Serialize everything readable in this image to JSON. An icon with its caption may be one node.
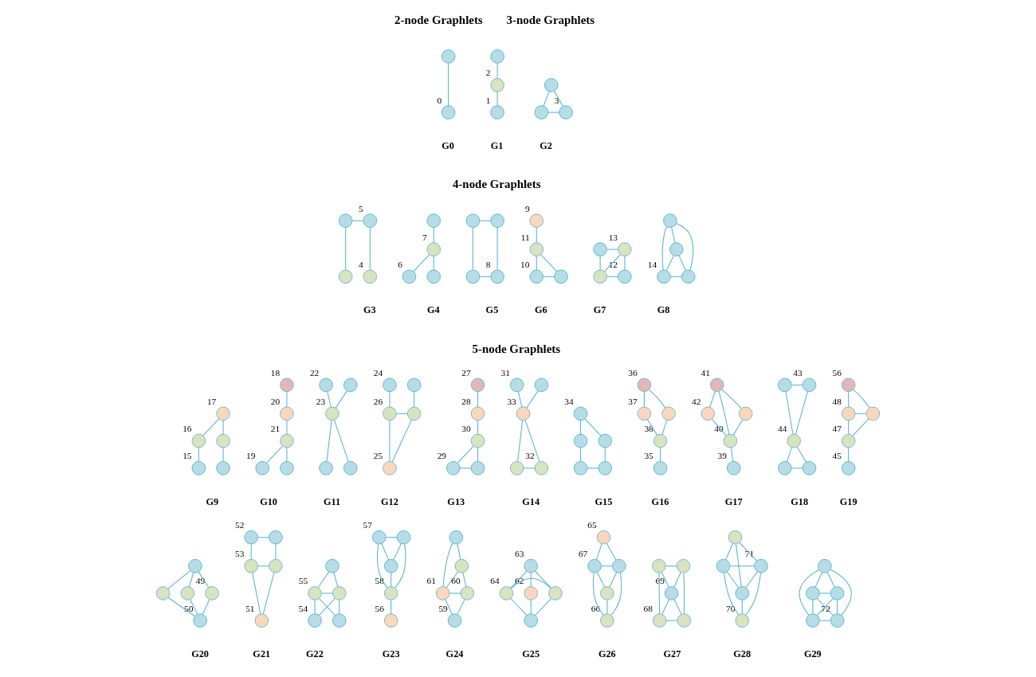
{
  "diagram": {
    "nodes": [
      {
        "text": [],
        "shape": "circle"
      },
      {
        "text": [],
        "shape": "circle",
        "beside": [
          "0"
        ]
      },
      {
        "text": [],
        "shape": "circle"
      },
      {
        "text": [],
        "shape": "circle",
        "beside": [
          "2"
        ]
      },
      {
        "text": [],
        "shape": "circle",
        "beside": [
          "1"
        ]
      },
      {
        "text": [],
        "shape": "circle"
      },
      {
        "text": [],
        "shape": "circle"
      },
      {
        "text": [],
        "shape": "circle",
        "beside": [
          "3"
        ]
      },
      {
        "text": [],
        "shape": "circle",
        "beside": [
          "5"
        ]
      },
      {
        "text": [],
        "shape": "circle"
      },
      {
        "text": [],
        "shape": "circle",
        "beside": [
          "4"
        ]
      },
      {
        "text": [],
        "shape": "circle"
      },
      {
        "text": [],
        "shape": "circle"
      },
      {
        "text": [],
        "shape": "circle",
        "beside": [
          "7"
        ]
      },
      {
        "text": [],
        "shape": "circle",
        "beside": [
          "6"
        ]
      },
      {
        "text": [],
        "shape": "circle"
      },
      {
        "text": [],
        "shape": "circle"
      },
      {
        "text": [],
        "shape": "circle"
      },
      {
        "text": [],
        "shape": "circle",
        "beside": [
          "8"
        ]
      },
      {
        "text": [],
        "shape": "circle"
      },
      {
        "text": [],
        "shape": "circle",
        "beside": [
          "9"
        ]
      },
      {
        "text": [],
        "shape": "circle",
        "beside": [
          "11"
        ]
      },
      {
        "text": [],
        "shape": "circle",
        "beside": [
          "10"
        ]
      },
      {
        "text": [],
        "shape": "circle"
      },
      {
        "text": [],
        "shape": "circle",
        "beside": [
          "13"
        ]
      },
      {
        "text": [],
        "shape": "circle"
      },
      {
        "text": [],
        "shape": "circle",
        "beside": [
          "12"
        ]
      },
      {
        "text": [],
        "shape": "circle"
      },
      {
        "text": [],
        "shape": "circle"
      },
      {
        "text": [],
        "shape": "circle"
      },
      {
        "text": [],
        "shape": "circle"
      },
      {
        "text": [],
        "shape": "circle",
        "beside": [
          "14"
        ]
      },
      {
        "text": [],
        "shape": "circle",
        "beside": [
          "17"
        ]
      },
      {
        "text": [],
        "shape": "circle",
        "beside": [
          "16"
        ]
      },
      {
        "text": [],
        "shape": "circle"
      },
      {
        "text": [],
        "shape": "circle",
        "beside": [
          "15"
        ]
      },
      {
        "text": [],
        "shape": "circle"
      },
      {
        "text": [],
        "shape": "circle",
        "beside": [
          "18"
        ]
      },
      {
        "text": [],
        "shape": "circle",
        "beside": [
          "20"
        ]
      },
      {
        "text": [],
        "shape": "circle",
        "beside": [
          "21"
        ]
      },
      {
        "text": [],
        "shape": "circle",
        "beside": [
          "19"
        ]
      },
      {
        "text": [],
        "shape": "circle"
      },
      {
        "text": [],
        "shape": "circle",
        "beside": [
          "22"
        ]
      },
      {
        "text": [],
        "shape": "circle"
      },
      {
        "text": [],
        "shape": "circle",
        "beside": [
          "23"
        ]
      },
      {
        "text": [],
        "shape": "circle"
      },
      {
        "text": [],
        "shape": "circle"
      },
      {
        "text": [],
        "shape": "circle"
      },
      {
        "text": [],
        "shape": "circle",
        "beside": [
          "24"
        ]
      },
      {
        "text": [],
        "shape": "circle"
      },
      {
        "text": [],
        "shape": "circle",
        "beside": [
          "26"
        ]
      },
      {
        "text": [],
        "shape": "circle",
        "beside": [
          "25"
        ]
      },
      {
        "text": [],
        "shape": "circle",
        "beside": [
          "27"
        ]
      },
      {
        "text": [],
        "shape": "circle",
        "beside": [
          "28"
        ]
      },
      {
        "text": [],
        "shape": "circle",
        "beside": [
          "30"
        ]
      },
      {
        "text": [],
        "shape": "circle",
        "beside": [
          "29"
        ]
      },
      {
        "text": [],
        "shape": "circle"
      },
      {
        "text": [],
        "shape": "circle",
        "beside": [
          "31"
        ]
      },
      {
        "text": [],
        "shape": "circle"
      },
      {
        "text": [],
        "shape": "circle",
        "beside": [
          "33"
        ]
      },
      {
        "text": [],
        "shape": "circle"
      },
      {
        "text": [],
        "shape": "circle",
        "beside": [
          "32"
        ]
      },
      {
        "text": [],
        "shape": "circle",
        "beside": [
          "34"
        ]
      },
      {
        "text": [],
        "shape": "circle"
      },
      {
        "text": [],
        "shape": "circle"
      },
      {
        "text": [],
        "shape": "circle"
      },
      {
        "text": [],
        "shape": "circle"
      },
      {
        "text": [],
        "shape": "circle",
        "beside": [
          "36"
        ]
      },
      {
        "text": [],
        "shape": "circle"
      },
      {
        "text": [],
        "shape": "circle",
        "beside": [
          "37"
        ]
      },
      {
        "text": [],
        "shape": "circle",
        "beside": [
          "38"
        ]
      },
      {
        "text": [],
        "shape": "circle",
        "beside": [
          "35"
        ]
      },
      {
        "text": [],
        "shape": "circle",
        "beside": [
          "41"
        ]
      },
      {
        "text": [],
        "shape": "circle"
      },
      {
        "text": [],
        "shape": "circle",
        "beside": [
          "42"
        ]
      },
      {
        "text": [],
        "shape": "circle",
        "beside": [
          "40"
        ]
      },
      {
        "text": [],
        "shape": "circle",
        "beside": [
          "39"
        ]
      },
      {
        "text": [],
        "shape": "circle",
        "beside": [
          "43"
        ]
      },
      {
        "text": [],
        "shape": "circle"
      },
      {
        "text": [],
        "shape": "circle",
        "beside": [
          "44"
        ]
      },
      {
        "text": [],
        "shape": "circle"
      },
      {
        "text": [],
        "shape": "circle"
      },
      {
        "text": [],
        "shape": "circle",
        "beside": [
          "56"
        ]
      },
      {
        "text": [],
        "shape": "circle"
      },
      {
        "text": [],
        "shape": "circle",
        "beside": [
          "48"
        ]
      },
      {
        "text": [],
        "shape": "circle",
        "beside": [
          "47"
        ]
      },
      {
        "text": [],
        "shape": "circle",
        "beside": [
          "45"
        ]
      },
      {
        "text": [],
        "shape": "circle"
      },
      {
        "text": [],
        "shape": "circle",
        "beside": [
          "49"
        ]
      },
      {
        "text": [],
        "shape": "circle"
      },
      {
        "text": [],
        "shape": "circle"
      },
      {
        "text": [],
        "shape": "circle",
        "beside": [
          "50"
        ]
      },
      {
        "text": [],
        "shape": "circle",
        "beside": [
          "52"
        ]
      },
      {
        "text": [],
        "shape": "circle"
      },
      {
        "text": [],
        "shape": "circle",
        "beside": [
          "53"
        ]
      },
      {
        "text": [],
        "shape": "circle"
      },
      {
        "text": [],
        "shape": "circle",
        "beside": [
          "51"
        ]
      },
      {
        "text": [],
        "shape": "circle"
      },
      {
        "text": [],
        "shape": "circle",
        "beside": [
          "55"
        ]
      },
      {
        "text": [],
        "shape": "circle"
      },
      {
        "text": [],
        "shape": "circle"
      },
      {
        "text": [],
        "shape": "circle",
        "beside": [
          "54"
        ]
      },
      {
        "text": [],
        "shape": "circle",
        "beside": [
          "57"
        ]
      },
      {
        "text": [],
        "shape": "circle"
      },
      {
        "text": [],
        "shape": "circle"
      },
      {
        "text": [],
        "shape": "circle",
        "beside": [
          "58"
        ]
      },
      {
        "text": [],
        "shape": "circle",
        "beside": [
          "56"
        ]
      },
      {
        "text": [],
        "shape": "circle"
      },
      {
        "text": [],
        "shape": "circle"
      },
      {
        "text": [],
        "shape": "circle",
        "beside": [
          "61"
        ]
      },
      {
        "text": [],
        "shape": "circle",
        "beside": [
          "60"
        ]
      },
      {
        "text": [],
        "shape": "circle",
        "beside": [
          "59"
        ]
      },
      {
        "text": [],
        "shape": "circle",
        "beside": [
          "63"
        ]
      },
      {
        "text": [],
        "shape": "circle"
      },
      {
        "text": [],
        "shape": "circle",
        "beside": [
          "64"
        ]
      },
      {
        "text": [],
        "shape": "circle",
        "beside": [
          "62"
        ]
      },
      {
        "text": [],
        "shape": "circle"
      },
      {
        "text": [],
        "shape": "circle",
        "beside": [
          "65"
        ]
      },
      {
        "text": [],
        "shape": "circle",
        "beside": [
          "67"
        ]
      },
      {
        "text": [],
        "shape": "circle"
      },
      {
        "text": [],
        "shape": "circle"
      },
      {
        "text": [],
        "shape": "circle",
        "beside": [
          "66"
        ]
      },
      {
        "text": [],
        "shape": "circle"
      },
      {
        "text": [],
        "shape": "circle"
      },
      {
        "text": [],
        "shape": "circle",
        "beside": [
          "69"
        ]
      },
      {
        "text": [],
        "shape": "circle",
        "beside": [
          "68"
        ]
      },
      {
        "text": [],
        "shape": "circle"
      },
      {
        "text": [],
        "shape": "circle"
      },
      {
        "text": [],
        "shape": "circle"
      },
      {
        "text": [],
        "shape": "circle",
        "beside": [
          "71"
        ]
      },
      {
        "text": [],
        "shape": "circle"
      },
      {
        "text": [],
        "shape": "circle",
        "beside": [
          "70"
        ]
      },
      {
        "text": [],
        "shape": "circle"
      },
      {
        "text": [],
        "shape": "circle"
      },
      {
        "text": [],
        "shape": "circle"
      },
      {
        "text": [],
        "shape": "circle"
      },
      {
        "text": [],
        "shape": "circle",
        "beside": [
          "72"
        ]
      }
    ],
    "edges": [
      {
        "from": 0,
        "to": 1,
        "arrow": "none"
      },
      {
        "from": 2,
        "to": 3,
        "arrow": "none"
      },
      {
        "from": 3,
        "to": 4,
        "arrow": "none"
      },
      {
        "from": 5,
        "to": 6,
        "arrow": "none"
      },
      {
        "from": 5,
        "to": 7,
        "arrow": "none"
      },
      {
        "from": 6,
        "to": 7,
        "arrow": "none"
      },
      {
        "from": 8,
        "to": 9,
        "arrow": "none"
      },
      {
        "from": 8,
        "to": 10,
        "arrow": "none"
      },
      {
        "from": 9,
        "to": 11,
        "arrow": "none"
      },
      {
        "from": 12,
        "to": 13,
        "arrow": "none"
      },
      {
        "from": 13,
        "to": 14,
        "arrow": "none"
      },
      {
        "from": 13,
        "to": 15,
        "arrow": "none"
      },
      {
        "from": 16,
        "to": 17,
        "arrow": "none"
      },
      {
        "from": 16,
        "to": 18,
        "arrow": "none"
      },
      {
        "from": 17,
        "to": 19,
        "arrow": "none"
      },
      {
        "from": 18,
        "to": 19,
        "arrow": "none"
      },
      {
        "from": 20,
        "to": 21,
        "arrow": "none"
      },
      {
        "from": 21,
        "to": 22,
        "arrow": "none"
      },
      {
        "from": 21,
        "to": 23,
        "arrow": "none"
      },
      {
        "from": 22,
        "to": 23,
        "arrow": "none"
      },
      {
        "from": 24,
        "to": 25,
        "arrow": "none"
      },
      {
        "from": 24,
        "to": 26,
        "arrow": "none"
      },
      {
        "from": 24,
        "to": 27,
        "arrow": "none"
      },
      {
        "from": 25,
        "to": 27,
        "arrow": "none"
      },
      {
        "from": 26,
        "to": 27,
        "arrow": "none"
      },
      {
        "from": 28,
        "to": 29,
        "arrow": "none"
      },
      {
        "from": 28,
        "to": 30,
        "arrow": "none"
      },
      {
        "from": 28,
        "to": 31,
        "arrow": "none"
      },
      {
        "from": 29,
        "to": 30,
        "arrow": "none"
      },
      {
        "from": 29,
        "to": 31,
        "arrow": "none"
      },
      {
        "from": 30,
        "to": 31,
        "arrow": "none"
      },
      {
        "from": 32,
        "to": 33,
        "arrow": "none"
      },
      {
        "from": 32,
        "to": 34,
        "arrow": "none"
      },
      {
        "from": 33,
        "to": 35,
        "arrow": "none"
      },
      {
        "from": 34,
        "to": 36,
        "arrow": "none"
      },
      {
        "from": 37,
        "to": 38,
        "arrow": "none"
      },
      {
        "from": 38,
        "to": 39,
        "arrow": "none"
      },
      {
        "from": 39,
        "to": 40,
        "arrow": "none"
      },
      {
        "from": 39,
        "to": 41,
        "arrow": "none"
      },
      {
        "from": 42,
        "to": 44,
        "arrow": "none"
      },
      {
        "from": 43,
        "to": 44,
        "arrow": "none"
      },
      {
        "from": 44,
        "to": 45,
        "arrow": "none"
      },
      {
        "from": 44,
        "to": 46,
        "arrow": "none"
      },
      {
        "from": 47,
        "to": 49,
        "arrow": "none"
      },
      {
        "from": 48,
        "to": 50,
        "arrow": "none"
      },
      {
        "from": 49,
        "to": 50,
        "arrow": "none"
      },
      {
        "from": 49,
        "to": 51,
        "arrow": "none"
      },
      {
        "from": 50,
        "to": 51,
        "arrow": "none"
      },
      {
        "from": 52,
        "to": 53,
        "arrow": "none"
      },
      {
        "from": 53,
        "to": 54,
        "arrow": "none"
      },
      {
        "from": 54,
        "to": 55,
        "arrow": "none"
      },
      {
        "from": 54,
        "to": 56,
        "arrow": "none"
      },
      {
        "from": 55,
        "to": 56,
        "arrow": "none"
      },
      {
        "from": 57,
        "to": 59,
        "arrow": "none"
      },
      {
        "from": 58,
        "to": 59,
        "arrow": "none"
      },
      {
        "from": 59,
        "to": 60,
        "arrow": "none"
      },
      {
        "from": 59,
        "to": 61,
        "arrow": "none"
      },
      {
        "from": 60,
        "to": 61,
        "arrow": "none"
      },
      {
        "from": 62,
        "to": 63,
        "arrow": "none"
      },
      {
        "from": 62,
        "to": 64,
        "arrow": "none"
      },
      {
        "from": 63,
        "to": 65,
        "arrow": "none"
      },
      {
        "from": 64,
        "to": 66,
        "arrow": "none"
      },
      {
        "from": 65,
        "to": 66,
        "arrow": "none"
      },
      {
        "from": 67,
        "to": 68,
        "arrow": "none"
      },
      {
        "from": 67,
        "to": 69,
        "arrow": "none"
      },
      {
        "from": 68,
        "to": 70,
        "arrow": "none"
      },
      {
        "from": 69,
        "to": 70,
        "arrow": "none"
      },
      {
        "from": 70,
        "to": 71,
        "arrow": "none"
      },
      {
        "from": 72,
        "to": 73,
        "arrow": "none"
      },
      {
        "from": 72,
        "to": 74,
        "arrow": "none"
      },
      {
        "from": 72,
        "to": 75,
        "arrow": "none"
      },
      {
        "from": 73,
        "to": 75,
        "arrow": "none"
      },
      {
        "from": 74,
        "to": 75,
        "arrow": "none"
      },
      {
        "from": 75,
        "to": 76,
        "arrow": "none"
      },
      {
        "from": 77,
        "to": 78,
        "arrow": "none"
      },
      {
        "from": 77,
        "to": 79,
        "arrow": "none"
      },
      {
        "from": 78,
        "to": 79,
        "arrow": "none"
      },
      {
        "from": 79,
        "to": 80,
        "arrow": "none"
      },
      {
        "from": 79,
        "to": 81,
        "arrow": "none"
      },
      {
        "from": 80,
        "to": 81,
        "arrow": "none"
      },
      {
        "from": 82,
        "to": 83,
        "arrow": "none"
      },
      {
        "from": 82,
        "to": 84,
        "arrow": "none"
      },
      {
        "from": 83,
        "to": 84,
        "arrow": "none"
      },
      {
        "from": 83,
        "to": 85,
        "arrow": "none"
      },
      {
        "from": 84,
        "to": 85,
        "arrow": "none"
      },
      {
        "from": 85,
        "to": 86,
        "arrow": "none"
      },
      {
        "from": 87,
        "to": 88,
        "arrow": "none"
      },
      {
        "from": 87,
        "to": 89,
        "arrow": "none"
      },
      {
        "from": 87,
        "to": 90,
        "arrow": "none"
      },
      {
        "from": 88,
        "to": 91,
        "arrow": "none"
      },
      {
        "from": 89,
        "to": 91,
        "arrow": "none"
      },
      {
        "from": 90,
        "to": 91,
        "arrow": "none"
      },
      {
        "from": 92,
        "to": 93,
        "arrow": "none"
      },
      {
        "from": 92,
        "to": 94,
        "arrow": "none"
      },
      {
        "from": 93,
        "to": 95,
        "arrow": "none"
      },
      {
        "from": 94,
        "to": 95,
        "arrow": "none"
      },
      {
        "from": 94,
        "to": 96,
        "arrow": "none"
      },
      {
        "from": 95,
        "to": 96,
        "arrow": "none"
      },
      {
        "from": 97,
        "to": 98,
        "arrow": "none"
      },
      {
        "from": 97,
        "to": 99,
        "arrow": "none"
      },
      {
        "from": 98,
        "to": 99,
        "arrow": "none"
      },
      {
        "from": 98,
        "to": 100,
        "arrow": "none"
      },
      {
        "from": 99,
        "to": 100,
        "arrow": "none"
      },
      {
        "from": 98,
        "to": 101,
        "arrow": "none"
      },
      {
        "from": 99,
        "to": 101,
        "arrow": "none"
      },
      {
        "from": 102,
        "to": 103,
        "arrow": "none"
      },
      {
        "from": 102,
        "to": 104,
        "arrow": "none"
      },
      {
        "from": 103,
        "to": 104,
        "arrow": "none"
      },
      {
        "from": 102,
        "to": 105,
        "arrow": "none"
      },
      {
        "from": 103,
        "to": 105,
        "arrow": "none"
      },
      {
        "from": 104,
        "to": 105,
        "arrow": "none"
      },
      {
        "from": 105,
        "to": 106,
        "arrow": "none"
      },
      {
        "from": 107,
        "to": 108,
        "arrow": "none"
      },
      {
        "from": 107,
        "to": 109,
        "arrow": "none"
      },
      {
        "from": 108,
        "to": 109,
        "arrow": "none"
      },
      {
        "from": 109,
        "to": 110,
        "arrow": "none"
      },
      {
        "from": 108,
        "to": 110,
        "arrow": "none"
      },
      {
        "from": 109,
        "to": 111,
        "arrow": "none"
      },
      {
        "from": 111,
        "to": 110,
        "arrow": "none"
      },
      {
        "from": 112,
        "to": 113,
        "arrow": "none"
      },
      {
        "from": 112,
        "to": 114,
        "arrow": "none"
      },
      {
        "from": 112,
        "to": 115,
        "arrow": "none"
      },
      {
        "from": 113,
        "to": 114,
        "arrow": "none"
      },
      {
        "from": 113,
        "to": 116,
        "arrow": "none"
      },
      {
        "from": 114,
        "to": 116,
        "arrow": "none"
      },
      {
        "from": 115,
        "to": 116,
        "arrow": "none"
      },
      {
        "from": 117,
        "to": 118,
        "arrow": "none"
      },
      {
        "from": 117,
        "to": 119,
        "arrow": "none"
      },
      {
        "from": 118,
        "to": 119,
        "arrow": "none"
      },
      {
        "from": 118,
        "to": 120,
        "arrow": "none"
      },
      {
        "from": 119,
        "to": 120,
        "arrow": "none"
      },
      {
        "from": 118,
        "to": 121,
        "arrow": "none"
      },
      {
        "from": 119,
        "to": 121,
        "arrow": "none"
      },
      {
        "from": 120,
        "to": 121,
        "arrow": "none"
      },
      {
        "from": 122,
        "to": 123,
        "arrow": "none"
      },
      {
        "from": 122,
        "to": 124,
        "arrow": "none"
      },
      {
        "from": 123,
        "to": 124,
        "arrow": "none"
      },
      {
        "from": 122,
        "to": 125,
        "arrow": "none"
      },
      {
        "from": 123,
        "to": 126,
        "arrow": "none"
      },
      {
        "from": 124,
        "to": 125,
        "arrow": "none"
      },
      {
        "from": 124,
        "to": 126,
        "arrow": "none"
      },
      {
        "from": 125,
        "to": 126,
        "arrow": "none"
      },
      {
        "from": 127,
        "to": 128,
        "arrow": "none"
      },
      {
        "from": 127,
        "to": 129,
        "arrow": "none"
      },
      {
        "from": 127,
        "to": 130,
        "arrow": "none"
      },
      {
        "from": 128,
        "to": 129,
        "arrow": "none"
      },
      {
        "from": 128,
        "to": 130,
        "arrow": "none"
      },
      {
        "from": 129,
        "to": 130,
        "arrow": "none"
      },
      {
        "from": 128,
        "to": 131,
        "arrow": "none"
      },
      {
        "from": 129,
        "to": 131,
        "arrow": "none"
      },
      {
        "from": 130,
        "to": 131,
        "arrow": "none"
      },
      {
        "from": 132,
        "to": 133,
        "arrow": "none"
      },
      {
        "from": 132,
        "to": 134,
        "arrow": "none"
      },
      {
        "from": 132,
        "to": 135,
        "arrow": "none"
      },
      {
        "from": 132,
        "to": 136,
        "arrow": "none"
      },
      {
        "from": 133,
        "to": 134,
        "arrow": "none"
      },
      {
        "from": 133,
        "to": 135,
        "arrow": "none"
      },
      {
        "from": 133,
        "to": 136,
        "arrow": "none"
      },
      {
        "from": 134,
        "to": 135,
        "arrow": "none"
      },
      {
        "from": 134,
        "to": 136,
        "arrow": "none"
      },
      {
        "from": 135,
        "to": 136,
        "arrow": "none"
      }
    ],
    "labels": [
      "2-node Graphlets",
      "3-node Graphlets",
      "G0",
      "G1",
      "G2",
      "4-node Graphlets",
      "G3",
      "G4",
      "G5",
      "G6",
      "G7",
      "G8",
      "5-node Graphlets",
      "G9",
      "G10",
      "G11",
      "G12",
      "G13",
      "G14",
      "G15",
      "G16",
      "G17",
      "G18",
      "G19",
      "G20",
      "G21",
      "G22",
      "G23",
      "G24",
      "G25",
      "G26",
      "G27",
      "G28",
      "G29"
    ]
  }
}
